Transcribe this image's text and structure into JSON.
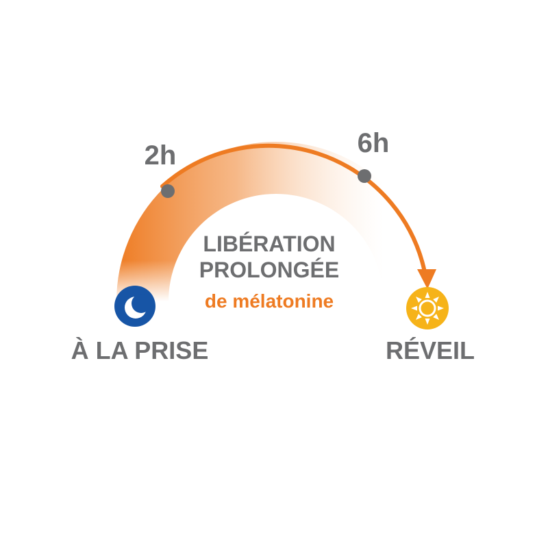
{
  "colors": {
    "accent": "#ee7b22",
    "text_gray": "#6d6e70",
    "moon_blue": "#1755a6",
    "sun_yellow": "#f6b319",
    "background": "#ffffff"
  },
  "milestones": [
    {
      "label": "2h"
    },
    {
      "label": "6h"
    }
  ],
  "center_text": {
    "line1": "LIBÉRATION",
    "line2": "PROLONGÉE",
    "line3": "de mélatonine"
  },
  "start": {
    "label": "À LA PRISE",
    "icon": "moon-icon"
  },
  "end": {
    "label": "RÉVEIL",
    "icon": "sun-icon"
  }
}
